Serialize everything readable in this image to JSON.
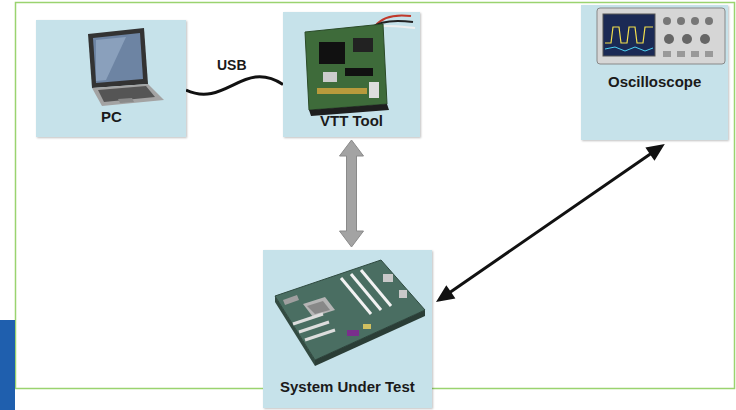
{
  "diagram": {
    "nodes": [
      {
        "text": [
          "PC"
        ]
      },
      {
        "text": [
          "VTT Tool"
        ]
      },
      {
        "text": [
          "Oscilloscope"
        ]
      },
      {
        "text": [
          "System Under Test"
        ]
      }
    ],
    "edges": [
      {
        "from": 0,
        "to": 1,
        "arrow": "none",
        "label": "USB"
      },
      {
        "from": 1,
        "to": 3,
        "arrow": "both"
      },
      {
        "from": 2,
        "to": 3,
        "arrow": "both"
      }
    ]
  }
}
